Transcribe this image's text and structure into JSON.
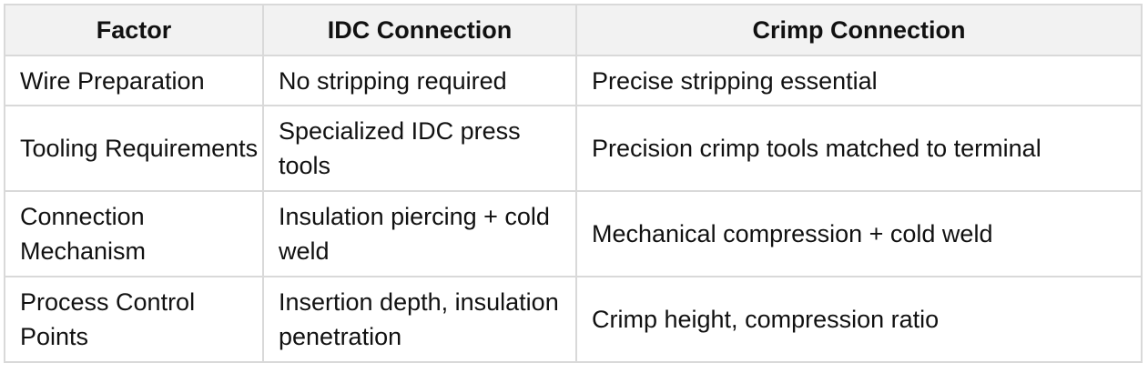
{
  "table": {
    "headers": [
      "Factor",
      "IDC Connection",
      "Crimp Connection"
    ],
    "rows": [
      [
        "Wire Preparation",
        "No stripping required",
        "Precise stripping essential"
      ],
      [
        "Tooling Requirements",
        "Specialized IDC press tools",
        "Precision crimp tools matched to terminal"
      ],
      [
        "Connection Mechanism",
        "Insulation piercing + cold weld",
        "Mechanical compression + cold weld"
      ],
      [
        "Process Control Points",
        "Insertion depth, insulation penetration",
        "Crimp height, compression ratio"
      ]
    ]
  }
}
